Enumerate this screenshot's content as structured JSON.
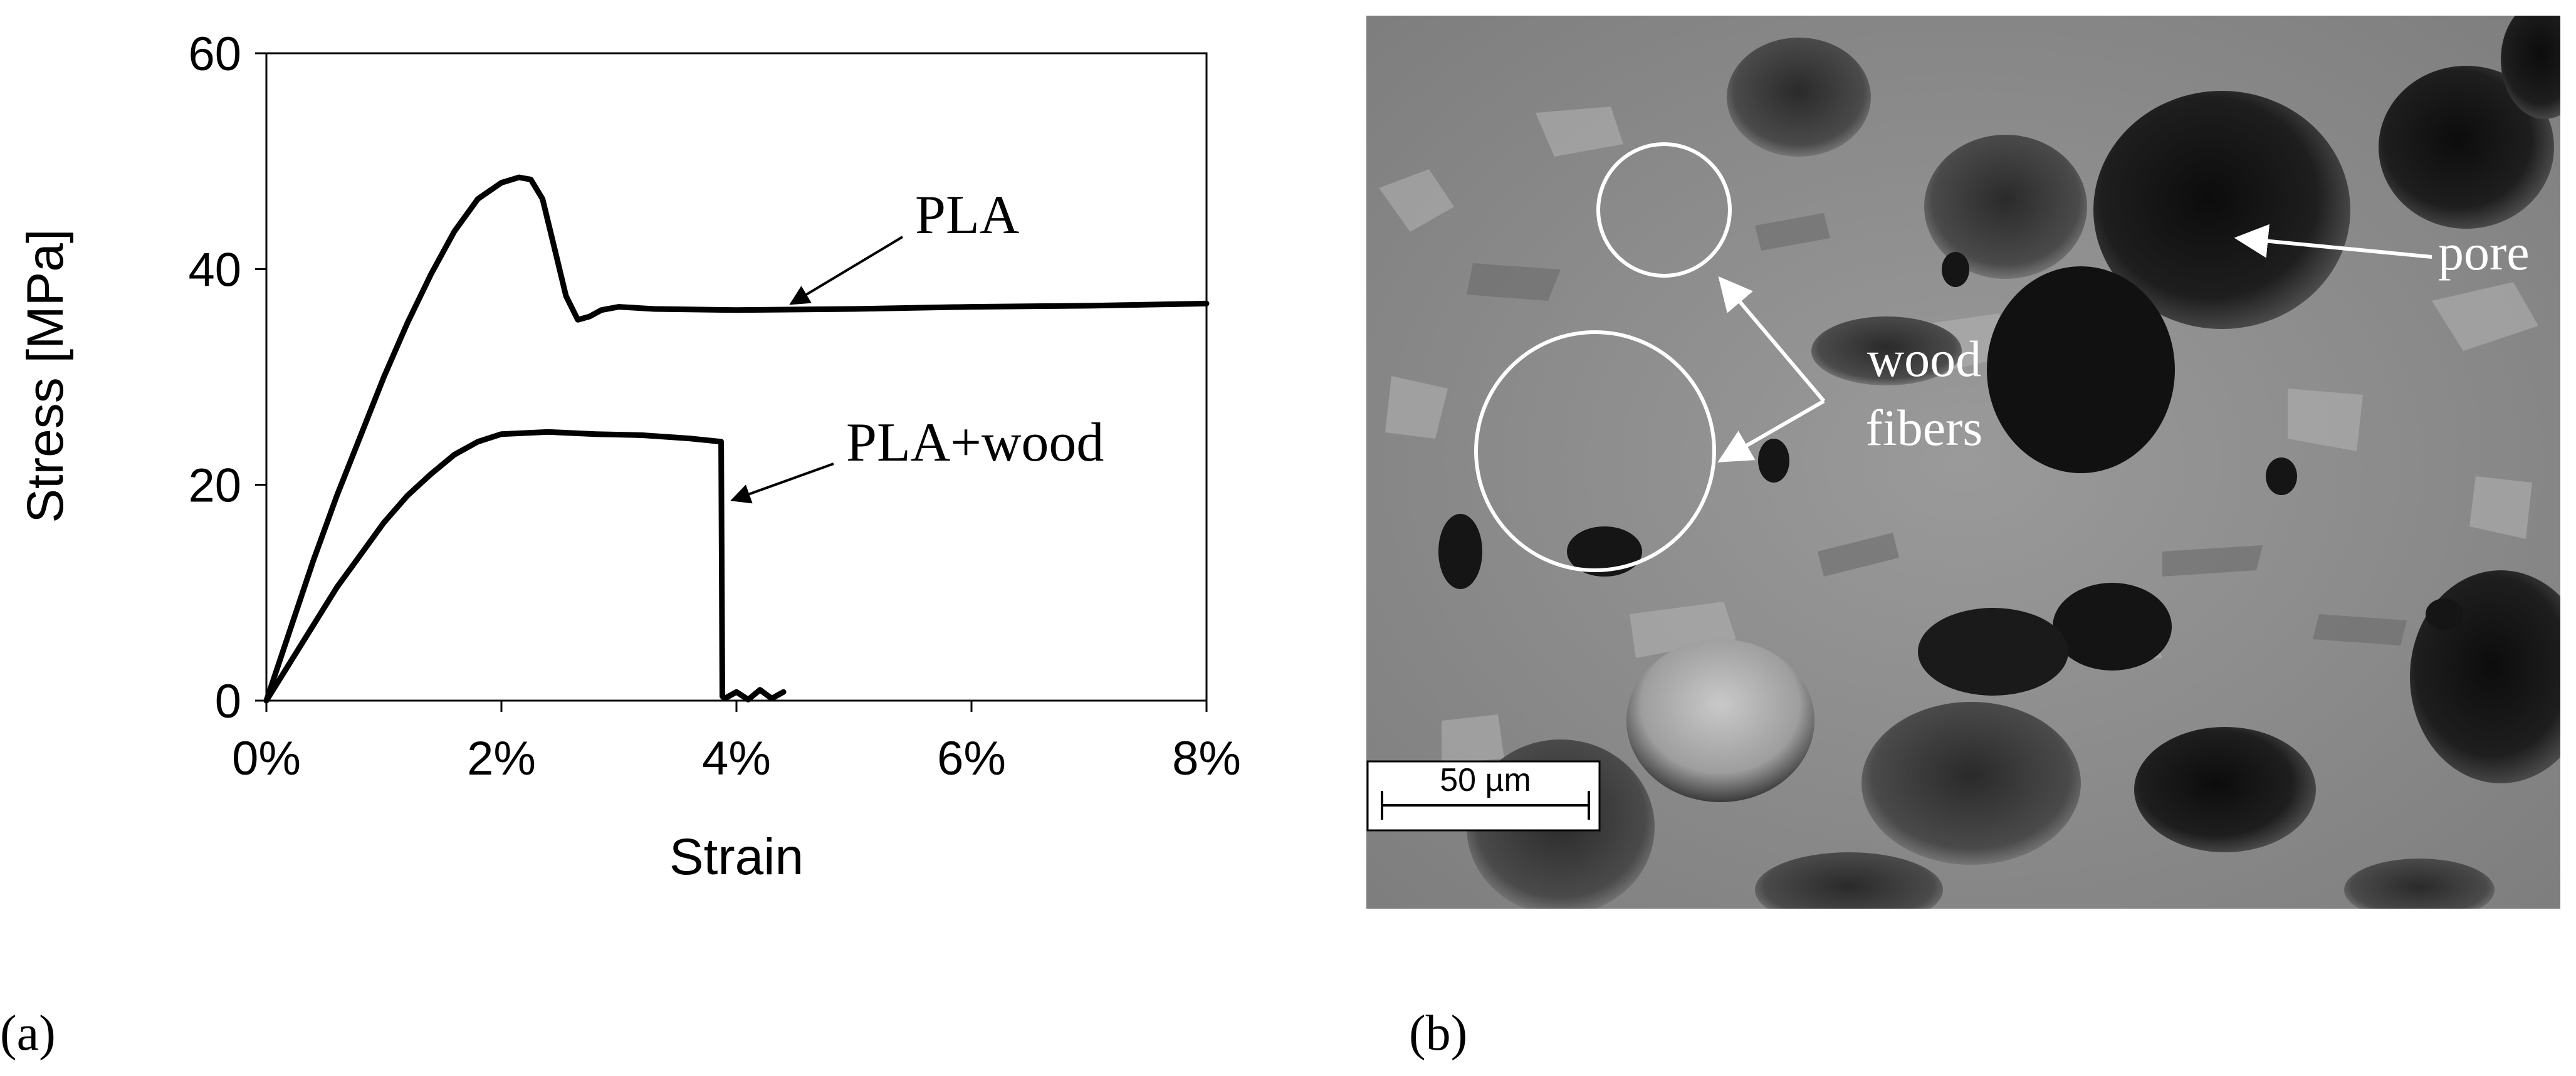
{
  "panel_a": {
    "label": "(a)",
    "chart_data": {
      "type": "line",
      "xlabel": "Strain",
      "ylabel": "Stress [MPa]",
      "xlim": [
        0,
        8
      ],
      "ylim": [
        0,
        60
      ],
      "x_unit": "%",
      "x_ticks": [
        "0%",
        "2%",
        "4%",
        "6%",
        "8%"
      ],
      "y_ticks": [
        "0",
        "20",
        "40",
        "60"
      ],
      "x_tick_values": [
        0,
        2,
        4,
        6,
        8
      ],
      "y_tick_values": [
        0,
        20,
        40,
        60
      ],
      "grid": false,
      "series": [
        {
          "name": "PLA",
          "x": [
            0,
            0.2,
            0.4,
            0.6,
            0.8,
            1.0,
            1.2,
            1.4,
            1.6,
            1.8,
            2.0,
            2.15,
            2.25,
            2.35,
            2.45,
            2.55,
            2.65,
            2.75,
            2.85,
            3.0,
            3.3,
            4.0,
            5.0,
            6.0,
            7.0,
            8.0
          ],
          "y": [
            0,
            6.5,
            13,
            19,
            24.5,
            30,
            35,
            39.5,
            43.5,
            46.5,
            48,
            48.5,
            48.3,
            46.5,
            42,
            37.5,
            35.3,
            35.6,
            36.2,
            36.5,
            36.3,
            36.2,
            36.3,
            36.5,
            36.6,
            36.8
          ]
        },
        {
          "name": "PLA+wood",
          "x": [
            0,
            0.2,
            0.4,
            0.6,
            0.8,
            1.0,
            1.2,
            1.4,
            1.6,
            1.8,
            2.0,
            2.4,
            2.8,
            3.2,
            3.6,
            3.87,
            3.88,
            3.9,
            4.0,
            4.1,
            4.2,
            4.3,
            4.4
          ],
          "y": [
            0,
            3.5,
            7,
            10.5,
            13.5,
            16.5,
            19,
            21,
            22.8,
            24,
            24.7,
            24.9,
            24.7,
            24.6,
            24.3,
            24,
            0.4,
            0.2,
            0.8,
            0.1,
            1.0,
            0.2,
            0.8
          ]
        }
      ],
      "annotations": [
        {
          "text": "PLA",
          "points_to": [
            4.4,
            36.2
          ]
        },
        {
          "text": "PLA+wood",
          "points_to": [
            3.9,
            18
          ]
        }
      ]
    }
  },
  "panel_b": {
    "label": "(b)",
    "annotations": {
      "pore": "pore",
      "wood": "wood",
      "fibers": "fibers"
    },
    "scale_bar": "50 µm"
  }
}
